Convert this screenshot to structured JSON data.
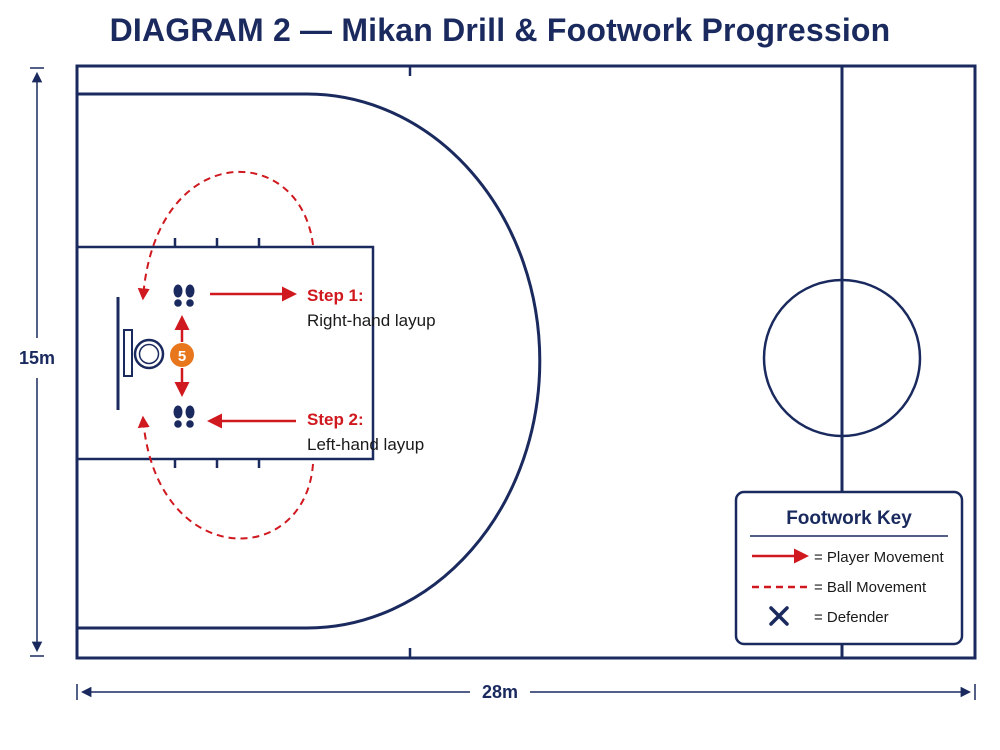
{
  "title": "DIAGRAM 2 — Mikan Drill & Footwork Progression",
  "dimensions": {
    "height": "15m",
    "width": "28m"
  },
  "player": {
    "number": "5"
  },
  "steps": [
    {
      "label": "Step 1:",
      "text": "Right-hand layup"
    },
    {
      "label": "Step 2:",
      "text": "Left-hand layup"
    }
  ],
  "key": {
    "title": "Footwork Key",
    "items": [
      {
        "symbol": "solid-arrow",
        "text": "= Player Movement"
      },
      {
        "symbol": "dashed-line",
        "text": "= Ball Movement"
      },
      {
        "symbol": "x-mark",
        "text": "= Defender"
      }
    ]
  },
  "colors": {
    "court_lines": "#1a2a5e",
    "movement": "#d0181f",
    "player": "#e8761c"
  },
  "icons": [
    "footprints-icon",
    "basket-icon",
    "defender-x-icon"
  ]
}
